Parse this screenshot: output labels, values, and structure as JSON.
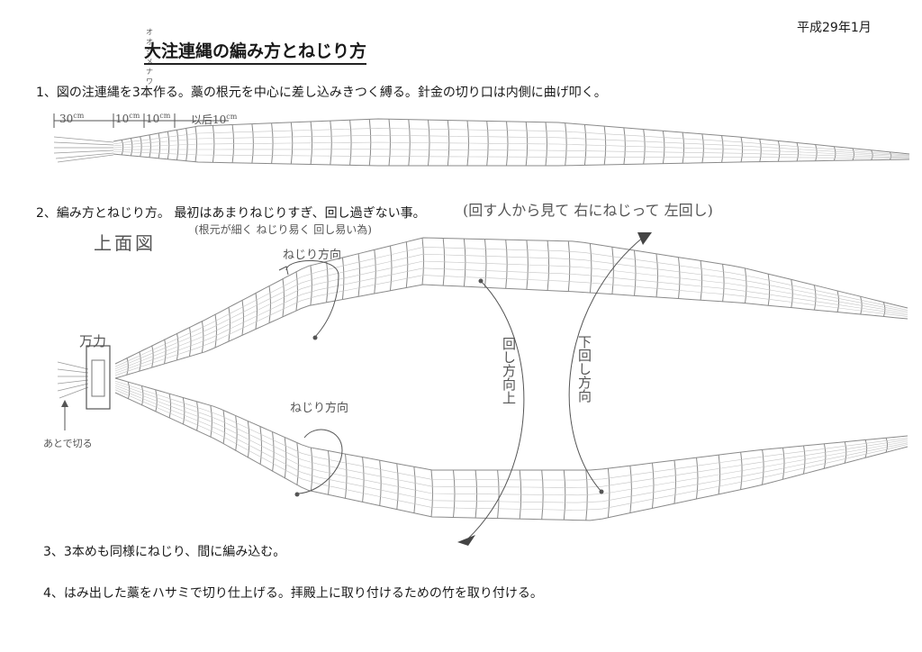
{
  "header": {
    "date": "平成29年1月",
    "title": "大注連縄の編み方とねじり方",
    "title_ruby": "オオシメナワ"
  },
  "steps": {
    "step1": "1、図の注連縄を3本作る。藁の根元を中心に差し込みきつく縛る。針金の切り口は内側に曲げ叩く。",
    "step2": "2、編み方とねじり方。 最初はあまりねじりすぎ、回し過ぎない事。",
    "step3": "3、3本めも同様にねじり、間に編み込む。",
    "step4": "4、はみ出した藁をハサミで切り仕上げる。拝殿上に取り付けるための竹を取り付ける。"
  },
  "notes": {
    "step2_paren": "(回す人から見て 右にねじって 左回し)",
    "step2_sub": "(根元が細く ねじり易く 回し易い為)",
    "top_view": "上面図",
    "dim_root": "30",
    "dim_root_unit": "cm",
    "dim_seg1": "10",
    "dim_seg1_unit": "cm",
    "dim_seg2": "10",
    "dim_seg2_unit": "cm",
    "dim_rest": "以后10",
    "dim_rest_unit": "cm",
    "twist_dir_top": "ねじり方向",
    "twist_dir_bottom": "ねじり方向",
    "rotate_up": "回し方向上",
    "rotate_down": "下回し方向",
    "clamp": "万力",
    "cut_later": "あとで切る"
  }
}
